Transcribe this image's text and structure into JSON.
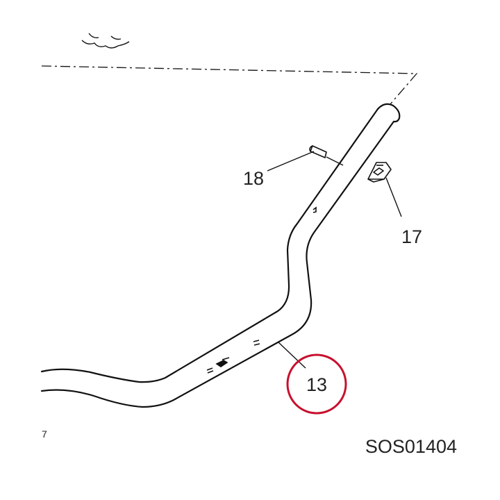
{
  "diagram": {
    "callouts": {
      "part_13": "13",
      "part_17": "17",
      "part_18": "18"
    },
    "drawing_code": "SOS01404",
    "corner_mark": "7"
  },
  "colors": {
    "line": "#111111",
    "highlight_circle": "#c8102e"
  }
}
